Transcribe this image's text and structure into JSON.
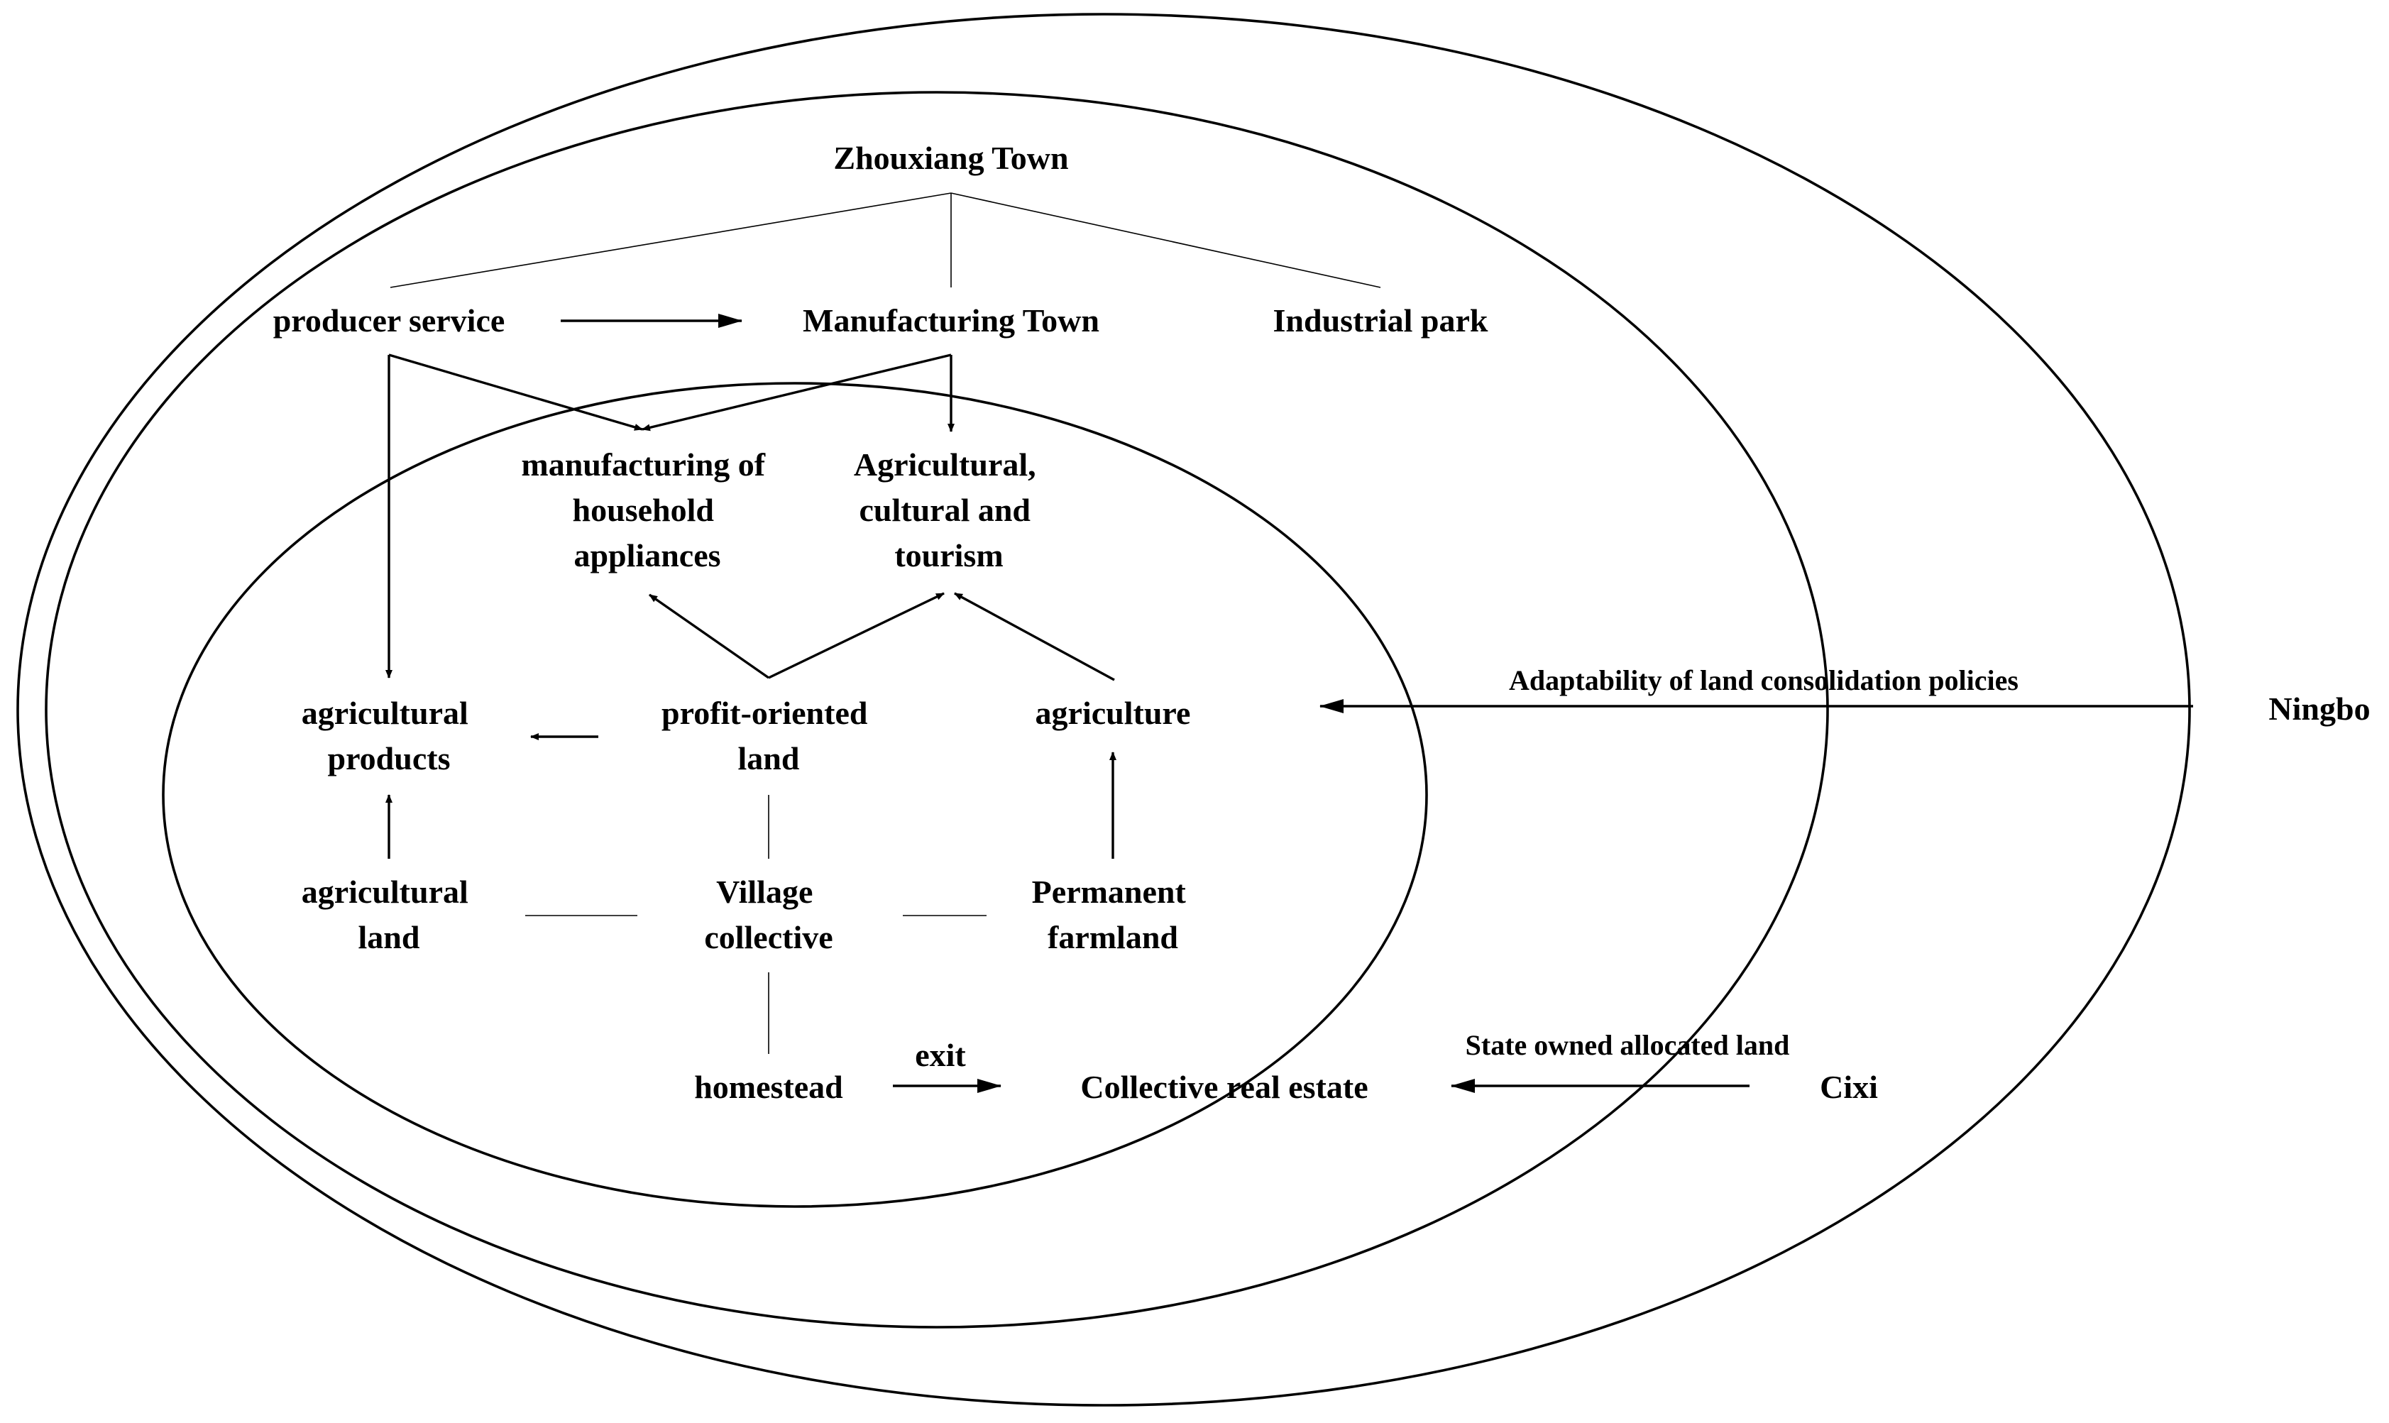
{
  "nodes": {
    "zhouxiang_town": "Zhouxiang Town",
    "producer_service": "producer service",
    "manufacturing_town": "Manufacturing Town",
    "industrial_park": "Industrial park",
    "manufacturing_household": [
      "manufacturing of",
      "household",
      "appliances"
    ],
    "agri_cultural_tourism": [
      "Agricultural,",
      "cultural and",
      "tourism"
    ],
    "agricultural_products": [
      "agricultural",
      "products"
    ],
    "profit_oriented_land": [
      "profit-oriented",
      "land"
    ],
    "agriculture": "agriculture",
    "agricultural_land": [
      "agricultural",
      "land"
    ],
    "village_collective": [
      "Village",
      "collective"
    ],
    "permanent_farmland": [
      "Permanent",
      "farmland"
    ],
    "homestead": "homestead",
    "collective_real_estate": "Collective real estate",
    "ningbo": "Ningbo",
    "cixi": "Cixi"
  },
  "edge_labels": {
    "adaptability": "Adaptability of land consolidation policies",
    "state_owned": "State owned allocated land",
    "exit": "exit"
  }
}
